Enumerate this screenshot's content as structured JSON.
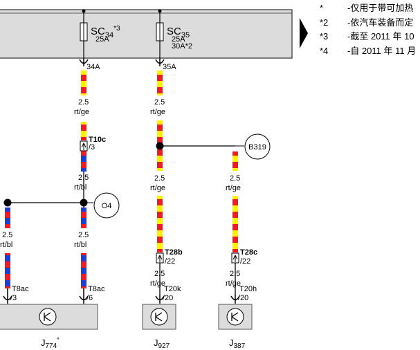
{
  "fuses": [
    {
      "name": "SC",
      "number": "34",
      "mark": "*3",
      "rating": "25A",
      "extra": "",
      "out_label": "34A"
    },
    {
      "name": "SC",
      "number": "35",
      "mark": "",
      "rating": "25A",
      "extra": "30A*2",
      "out_label": "35A"
    }
  ],
  "wire_labels": [
    {
      "size": "2.5",
      "color": "rt/ge"
    },
    {
      "size": "2.5",
      "color": "rt/ge"
    },
    {
      "size": "2.5",
      "color": "rt/bl"
    },
    {
      "size": "2.5",
      "color": "rt/ge"
    },
    {
      "size": "2.5",
      "color": "rt/ge"
    },
    {
      "size": "2.5",
      "color": "rt/bl"
    },
    {
      "size": "2.5",
      "color": "rt/bl"
    },
    {
      "size": "2.5",
      "color": "rt/ge"
    },
    {
      "size": "2.5",
      "color": "rt/ge"
    }
  ],
  "connectors": [
    {
      "name": "T10c",
      "pin": "/3"
    },
    {
      "name": "T28b",
      "pin": "/22"
    },
    {
      "name": "T28c",
      "pin": "/22"
    },
    {
      "name": "T8ac",
      "pin": "/3"
    },
    {
      "name": "T8ac",
      "pin": "/6"
    },
    {
      "name": "T20k",
      "pin": "/20"
    },
    {
      "name": "T20h",
      "pin": "/20"
    }
  ],
  "ground_points": [
    "B319",
    "O4"
  ],
  "components": [
    {
      "letter": "J",
      "number": "774",
      "mark": "*"
    },
    {
      "letter": "J",
      "number": "927",
      "mark": ""
    },
    {
      "letter": "J",
      "number": "387",
      "mark": ""
    }
  ],
  "notes": [
    {
      "key": "*",
      "text": "-仅用于带可加热"
    },
    {
      "key": "*2",
      "text": "-依汽车装备而定"
    },
    {
      "key": "*3",
      "text": "-截至 2011 年 10"
    },
    {
      "key": "*4",
      "text": "-自 2011 年 11 月"
    }
  ],
  "colors": {
    "red": "#ee1c24",
    "yellow": "#fff200",
    "blue": "#1f3fd4",
    "panel": "#dcdcdc"
  }
}
